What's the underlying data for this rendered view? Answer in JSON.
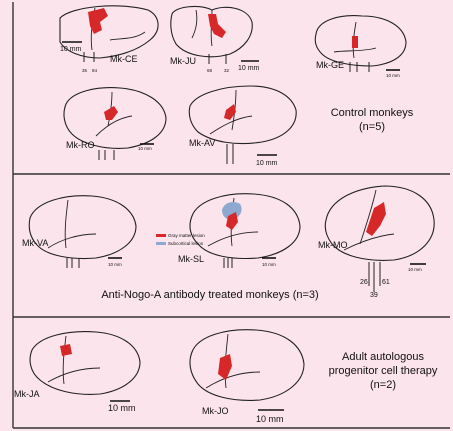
{
  "groups": {
    "control": {
      "title": "Control monkeys",
      "count": "(n=5)"
    },
    "anti_nogo": {
      "title": "Anti-Nogo-A antibody treated monkeys (n=3)"
    },
    "cell_therapy": {
      "line1": "Adult autologous",
      "line2": "progenitor cell therapy",
      "count": "(n=2)"
    }
  },
  "monkeys": {
    "ce": {
      "name": "Mk-CE",
      "scale": "10 mm",
      "ticks": [
        "35",
        "84"
      ]
    },
    "ju": {
      "name": "Mk-JU",
      "scale": "10 mm",
      "ticks": [
        "68",
        "32"
      ]
    },
    "ge": {
      "name": "Mk-GE",
      "scale": "10 mm",
      "ticks": [
        "",
        "",
        ""
      ]
    },
    "ro": {
      "name": "Mk-RO",
      "scale": "10 mm",
      "ticks": [
        "",
        "",
        ""
      ]
    },
    "av": {
      "name": "Mk-AV",
      "scale": "10 mm",
      "ticks": [
        "",
        ""
      ]
    },
    "va": {
      "name": "Mk-VA",
      "scale": "10 mm",
      "ticks": [
        "",
        "",
        ""
      ]
    },
    "sl": {
      "name": "Mk-SL",
      "scale": "10 mm",
      "ticks": [
        "",
        "",
        ""
      ],
      "legend": {
        "gray": "Gray matter lesion",
        "sub": "Subcortical lesion"
      }
    },
    "mo": {
      "name": "Mk-MO",
      "scale": "10 mm",
      "ticks": [
        "26",
        "61",
        "39"
      ]
    },
    "ja": {
      "name": "Mk-JA",
      "scale": "10 mm"
    },
    "jo": {
      "name": "Mk-JO",
      "scale": "10 mm"
    }
  },
  "colors": {
    "background": "#fce4ec",
    "gray_matter_lesion": "#d62828",
    "subcortical_lesion": "#8ea9cf"
  }
}
